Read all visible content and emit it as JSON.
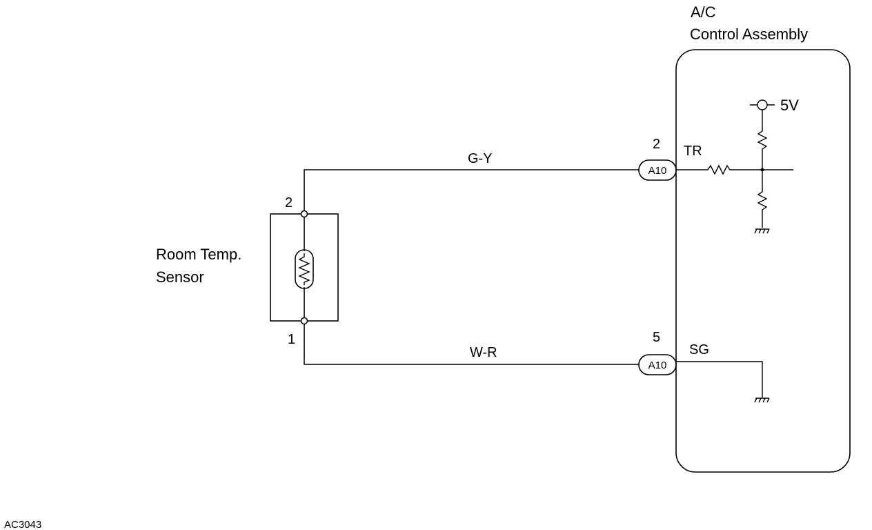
{
  "control_assembly": {
    "title_line1": "A/C",
    "title_line2": "Control Assembly",
    "supply_label": "5V",
    "terminal_tr": "TR",
    "terminal_sg": "SG"
  },
  "sensor": {
    "label_line1": "Room Temp.",
    "label_line2": "Sensor",
    "pin_top": "2",
    "pin_bottom": "1"
  },
  "wires": {
    "top_color": "G-Y",
    "bottom_color": "W-R"
  },
  "connectors": {
    "top": {
      "id": "A10",
      "pin": "2"
    },
    "bottom": {
      "id": "A10",
      "pin": "5"
    }
  },
  "figure_code": "AC3043"
}
